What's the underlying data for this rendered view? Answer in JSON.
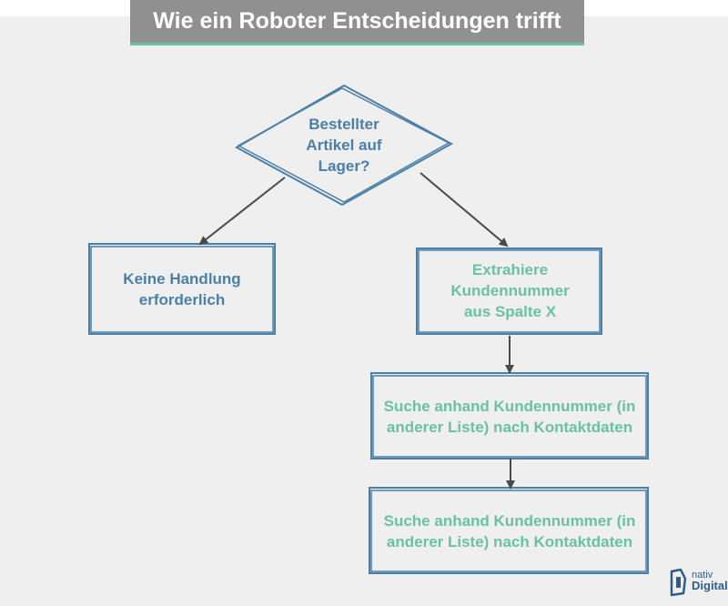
{
  "title": "Wie ein Roboter Entscheidungen trifft",
  "colors": {
    "decision": "#4a7fa8",
    "no_action": "#4a7fa8",
    "action": "#6bc1a3",
    "arrow": "#4a4a4a",
    "panel": "#efefef",
    "title_bg": "#909090",
    "title_underline": "#6bc1a3"
  },
  "nodes": {
    "decision": "Bestellter Artikel auf Lager?",
    "no_action": "Keine Handlung erforderlich",
    "step1": "Extrahiere Kundennummer aus Spalte X",
    "step2": "Suche anhand Kundennummer (in anderer Liste) nach Kontaktdaten",
    "step3": "Suche anhand Kundennummer (in anderer Liste) nach Kontaktdaten"
  },
  "logo": {
    "line1": "nativ",
    "line2": "Digital"
  }
}
